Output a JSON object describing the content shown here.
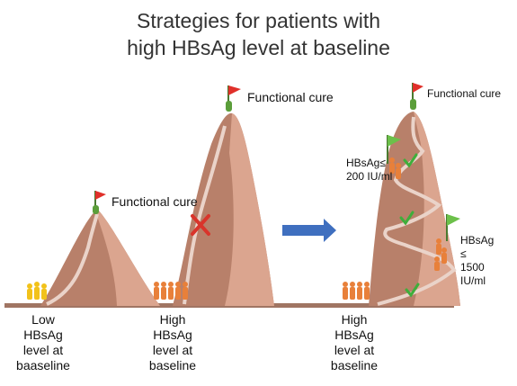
{
  "title": {
    "line1": "Strategies for patients with",
    "line2": "high HBsAg level at baseline"
  },
  "cure_label": "Functional cure",
  "labels": {
    "low": [
      "Low",
      "HBsAg",
      "level at",
      "baaseline"
    ],
    "high_mid": [
      "High",
      "HBsAg",
      "level at",
      "baseline"
    ],
    "high_right": [
      "High",
      "HBsAg",
      "level at",
      "baseline"
    ]
  },
  "milestones": {
    "upper": [
      "HBsAg≤",
      "200 IU/ml"
    ],
    "lower": [
      "HBsAg",
      "≤",
      "1500",
      "IU/ml"
    ]
  },
  "colors": {
    "mountain_dark": "#b8806a",
    "mountain_light": "#dba58f",
    "path": "#ead3c9",
    "ground": "#a07563",
    "flag_red": "#e0302a",
    "flag_green": "#6cc04a",
    "people_yellow": "#f2c21a",
    "people_orange": "#e8803a",
    "arrow": "#3f6fbf",
    "cross": "#d9342b",
    "check": "#3fae3b"
  }
}
